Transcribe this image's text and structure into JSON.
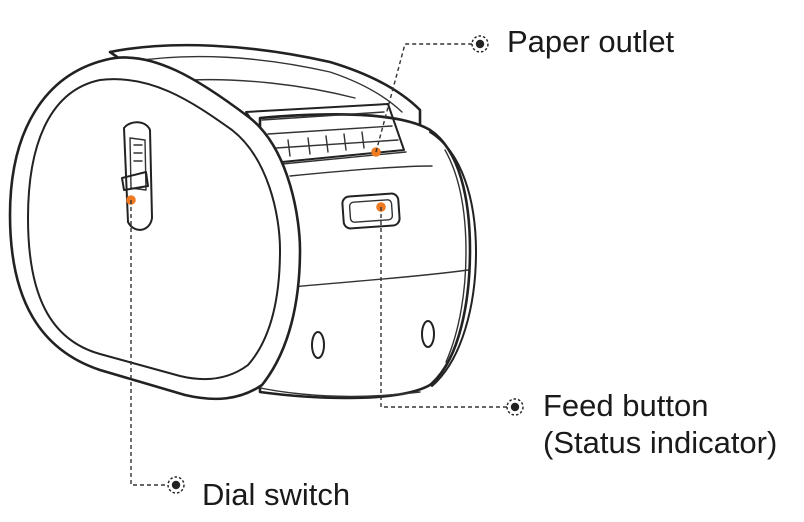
{
  "callouts": {
    "paper_outlet": "Paper outlet",
    "feed_button": "Feed button",
    "status_indicator": "(Status indicator)",
    "dial_switch": "Dial switch"
  },
  "colors": {
    "accent_dot": "#F07A22",
    "line": "#222222"
  }
}
